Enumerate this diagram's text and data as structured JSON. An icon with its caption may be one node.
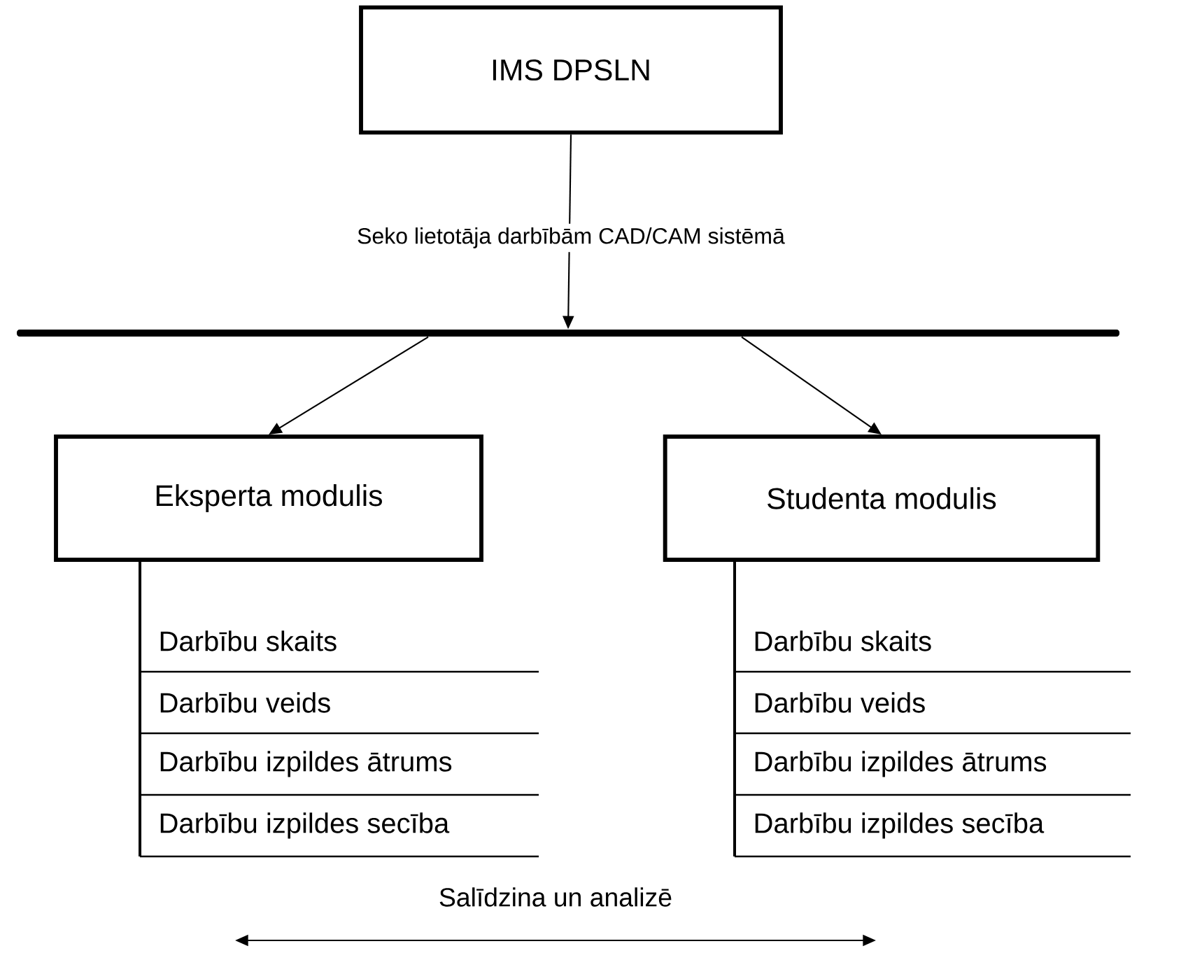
{
  "diagram": {
    "nodes": [
      {
        "text": [
          "IMS DPSLN"
        ]
      },
      {
        "text": [],
        "shape": "bar"
      },
      {
        "text": [
          "Eksperta modulis"
        ],
        "beside": [
          "Darbību skaits",
          "Darbību veids",
          "Darbību izpildes ātrums",
          "Darbību  izpildes secība"
        ]
      },
      {
        "text": [
          "Studenta modulis"
        ],
        "beside": [
          "Darbību skaits",
          "Darbību veids",
          "Darbību  izpildes ātrums",
          "Darbību  izpildes secība"
        ]
      }
    ],
    "edges": [
      {
        "from": 0,
        "to": 1,
        "arrow": "to",
        "label": "Seko lietotāja darbībām CAD/CAM sistēmā"
      },
      {
        "from": 1,
        "to": 2,
        "arrow": "to"
      },
      {
        "from": 1,
        "to": 3,
        "arrow": "to"
      }
    ],
    "labels": [
      "Salīdzina un analizē"
    ]
  }
}
